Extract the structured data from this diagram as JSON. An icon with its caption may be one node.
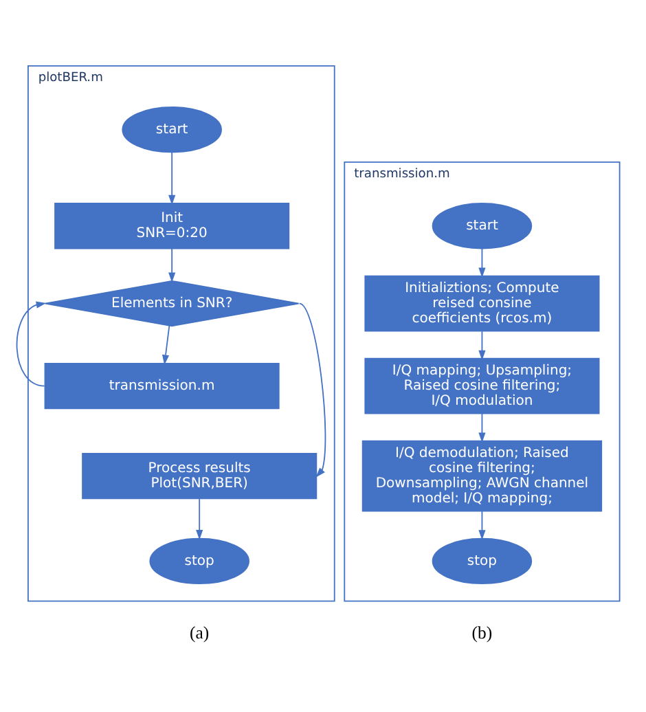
{
  "diagram": {
    "nodes": [
      {
        "text": [
          "plotBER.m"
        ]
      },
      {
        "text": [
          "start"
        ],
        "in": 0
      },
      {
        "text": [
          "Init",
          "SNR=0:20"
        ],
        "in": 0
      },
      {
        "text": [
          "Elements in SNR?"
        ],
        "in": 0
      },
      {
        "text": [
          "transmission.m"
        ],
        "in": 0
      },
      {
        "text": [
          "Process results",
          "Plot(SNR,BER)"
        ],
        "in": 0
      },
      {
        "text": [
          "stop"
        ],
        "in": 0
      },
      {
        "text": [
          "transmission.m"
        ]
      },
      {
        "text": [
          "start"
        ],
        "in": 7
      },
      {
        "text": [
          "Initializtions; Compute reised consine coefficients (rcos.m)"
        ],
        "in": 7
      },
      {
        "text": [
          "I/Q mapping; Upsampling; Raised cosine filtering; I/Q modulation"
        ],
        "in": 7
      },
      {
        "text": [
          "I/Q demodulation; Raised cosine filtering; Downsampling; AWGN channel model; I/Q mapping;"
        ],
        "in": 7
      },
      {
        "text": [
          "stop"
        ],
        "in": 7
      }
    ],
    "edges": [
      {
        "from": 1,
        "to": 2,
        "arrow": "to"
      },
      {
        "from": 2,
        "to": 3,
        "arrow": "to"
      },
      {
        "from": 3,
        "to": 4,
        "arrow": "to"
      },
      {
        "from": 4,
        "to": 3,
        "arrow": "to"
      },
      {
        "from": 3,
        "to": 5,
        "arrow": "to"
      },
      {
        "from": 5,
        "to": 6,
        "arrow": "to"
      },
      {
        "from": 8,
        "to": 9,
        "arrow": "to"
      },
      {
        "from": 9,
        "to": 10,
        "arrow": "to"
      },
      {
        "from": 10,
        "to": 11,
        "arrow": "to"
      },
      {
        "from": 11,
        "to": 12,
        "arrow": "to"
      }
    ],
    "labels": [
      "(a)",
      "(b)"
    ]
  }
}
